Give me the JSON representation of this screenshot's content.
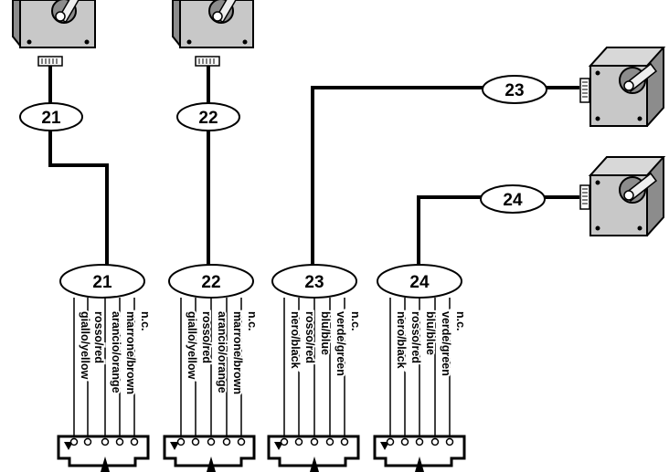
{
  "motors": [
    {
      "id": "motor-21",
      "cable_label": "21"
    },
    {
      "id": "motor-22",
      "cable_label": "22"
    },
    {
      "id": "motor-23",
      "cable_label": "23"
    },
    {
      "id": "motor-24",
      "cable_label": "24"
    }
  ],
  "connectors": [
    {
      "label": "21",
      "wires": [
        "giallo/yellow",
        "rosso/red",
        "arancio/orange",
        "marrone/brown",
        "n.c."
      ]
    },
    {
      "label": "22",
      "wires": [
        "giallo/yellow",
        "rosso/red",
        "arancio/orange",
        "marrone/brown",
        "n.c."
      ]
    },
    {
      "label": "23",
      "wires": [
        "nero/black",
        "rosso/red",
        "blu/blue",
        "verde/green",
        "n.c."
      ]
    },
    {
      "label": "24",
      "wires": [
        "nero/black",
        "rosso/red",
        "blu/blue",
        "verde/green",
        "n.c."
      ]
    }
  ],
  "colors": {
    "line": "#000000",
    "motor_body": "#c8c8c8",
    "motor_shade": "#8c8c8c",
    "background": "#ffffff"
  },
  "icons": {
    "motor": "stepper-motor-icon",
    "connector": "terminal-block-icon",
    "pin1": "triangle-marker-icon"
  }
}
